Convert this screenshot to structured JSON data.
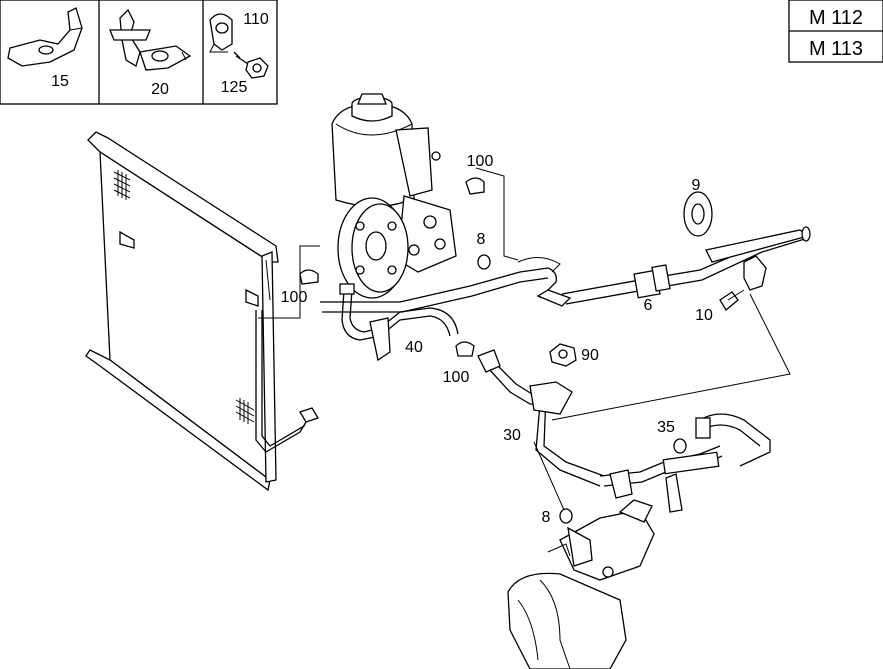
{
  "model_codes": [
    "M 112",
    "M 113"
  ],
  "inset_parts": [
    {
      "label": "15"
    },
    {
      "label": "20"
    },
    {
      "label": "110"
    },
    {
      "label": "125"
    }
  ],
  "callouts": [
    {
      "label": "100"
    },
    {
      "label": "8"
    },
    {
      "label": "9"
    },
    {
      "label": "100"
    },
    {
      "label": "6"
    },
    {
      "label": "10"
    },
    {
      "label": "40"
    },
    {
      "label": "100"
    },
    {
      "label": "90"
    },
    {
      "label": "30"
    },
    {
      "label": "35"
    },
    {
      "label": "8"
    }
  ]
}
